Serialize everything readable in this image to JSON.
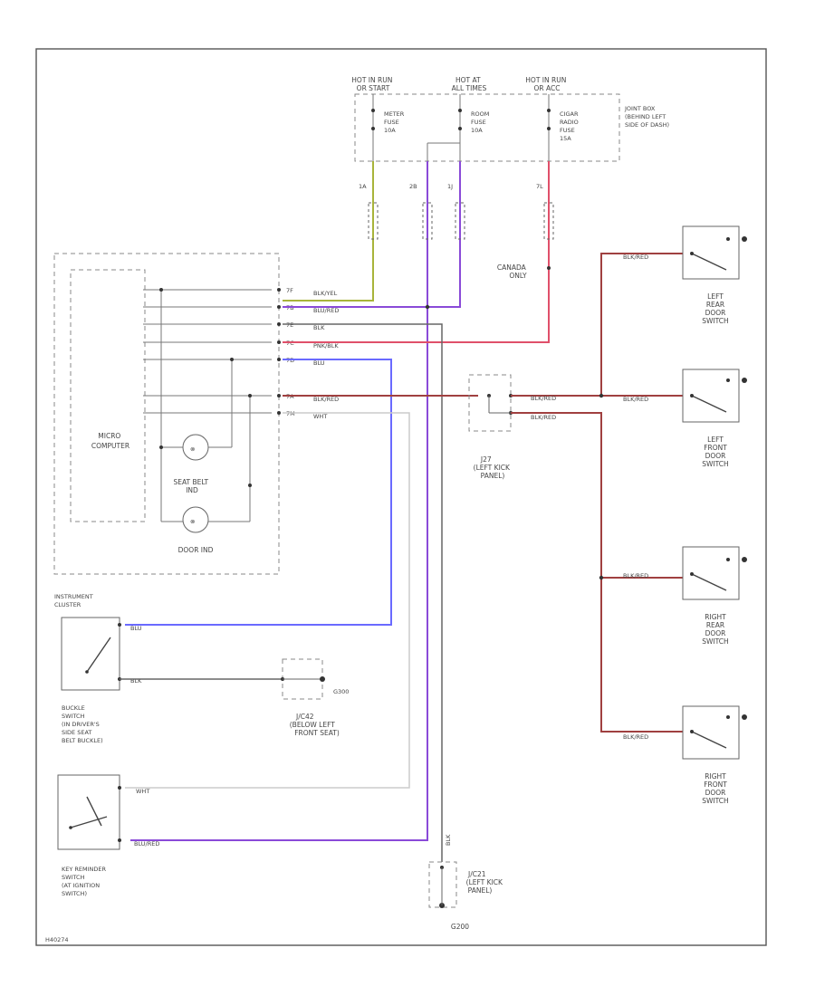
{
  "colors": {
    "red": "#e0506a",
    "blue": "#6a6aff",
    "purple": "#8a4ad8",
    "olive": "#a8b43a",
    "brown": "#a04040",
    "gray": "#888888",
    "ltgray": "#cccccc"
  },
  "fusebox": {
    "hot_run_left": [
      "HOT IN RUN",
      "OR START"
    ],
    "hot_at_all": [
      "HOT AT",
      "ALL TIMES"
    ],
    "hot_run_right": [
      "HOT IN RUN",
      "OR ACC"
    ],
    "meter_fuse": [
      "METER",
      "FUSE",
      "10A"
    ],
    "room_fuse": [
      "ROOM",
      "FUSE",
      "10A"
    ],
    "cigar_fuse": [
      "CIGAR",
      "RADIO",
      "FUSE",
      "15A"
    ],
    "joint_box": [
      "JOINT BOX",
      "(BEHIND LEFT",
      "SIDE OF DASH)"
    ],
    "pins": [
      "1A",
      "2B",
      "1J",
      "7L"
    ]
  },
  "computer": {
    "label": [
      "MICRO",
      "COMPUTER"
    ],
    "seat_belt_ind": [
      "SEAT BELT",
      "IND"
    ],
    "door_ind": "DOOR IND",
    "pins": [
      "7F",
      "7B",
      "7E",
      "7C",
      "7D",
      "7A",
      "7M"
    ],
    "wires": [
      "BLK/YEL",
      "BLU/RED",
      "BLK",
      "PNK/BLK",
      "BLU",
      "BLK/RED",
      "WHT"
    ],
    "canada_only": [
      "CANADA",
      "ONLY"
    ]
  },
  "connectors": {
    "j27": [
      "J27",
      "(LEFT KICK",
      "PANEL)"
    ],
    "j42": [
      "J/C42",
      "(BELOW LEFT",
      "FRONT SEAT)"
    ],
    "j21": [
      "J/C21",
      "(LEFT KICK",
      "PANEL)"
    ],
    "g300": "G300",
    "g200": "G200"
  },
  "door_switches": [
    [
      "LEFT",
      "REAR",
      "DOOR",
      "SWITCH"
    ],
    [
      "LEFT",
      "FRONT",
      "DOOR",
      "SWITCH"
    ],
    [
      "RIGHT",
      "REAR",
      "DOOR",
      "SWITCH"
    ],
    [
      "RIGHT",
      "FRONT",
      "DOOR",
      "SWITCH"
    ]
  ],
  "door_wire_label": "BLK/RED",
  "cluster": {
    "title": [
      "INSTRUMENT",
      "CLUSTER"
    ],
    "buckle": [
      "BUCKLE",
      "SWITCH",
      "(IN DRIVER'S",
      "SIDE SEAT",
      "BELT BUCKLE)"
    ],
    "wire_blu": "BLU",
    "wire_blk": "BLK"
  },
  "key_reminder": {
    "label": [
      "KEY REMINDER",
      "SWITCH",
      "(AT IGNITION",
      "SWITCH)"
    ],
    "wire_wht": "WHT",
    "wire_blured": "BLU/RED",
    "wire_blk": "BLK"
  },
  "figure_id": "H40274"
}
